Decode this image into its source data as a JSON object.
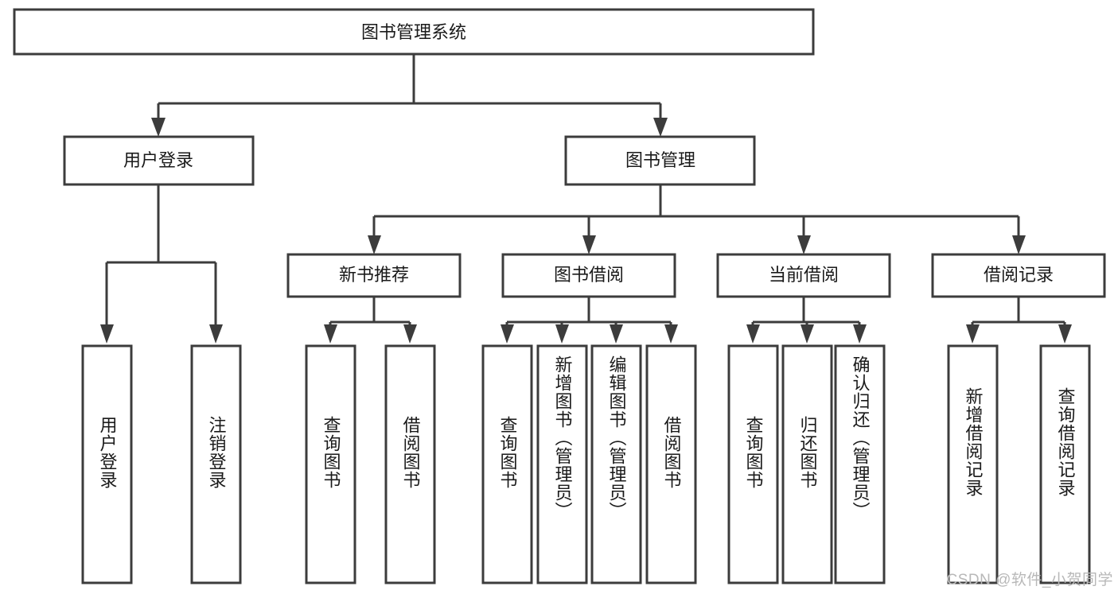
{
  "diagram": {
    "title": "图书管理系统",
    "type": "tree-hierarchy-chart",
    "root": {
      "id": "root",
      "label": "图书管理系统",
      "orientation": "horizontal"
    },
    "level2": [
      {
        "id": "user-login",
        "label": "用户登录",
        "orientation": "horizontal"
      },
      {
        "id": "book-management",
        "label": "图书管理",
        "orientation": "horizontal"
      }
    ],
    "level3": [
      {
        "id": "new-book-recommend",
        "label": "新书推荐",
        "orientation": "horizontal",
        "parent": "book-management"
      },
      {
        "id": "book-borrow",
        "label": "图书借阅",
        "orientation": "horizontal",
        "parent": "book-management"
      },
      {
        "id": "current-borrow",
        "label": "当前借阅",
        "orientation": "horizontal",
        "parent": "book-management"
      },
      {
        "id": "borrow-record",
        "label": "借阅记录",
        "orientation": "horizontal",
        "parent": "book-management"
      }
    ],
    "leaves": [
      {
        "id": "leaf-user-login",
        "label": "用户登录",
        "parent": "user-login",
        "orientation": "vertical"
      },
      {
        "id": "leaf-logout-login",
        "label": "注销登录",
        "parent": "user-login",
        "orientation": "vertical"
      },
      {
        "id": "leaf-query-book-1",
        "label": "查询图书",
        "parent": "new-book-recommend",
        "orientation": "vertical"
      },
      {
        "id": "leaf-borrow-book-1",
        "label": "借阅图书",
        "parent": "new-book-recommend",
        "orientation": "vertical"
      },
      {
        "id": "leaf-query-book-2",
        "label": "查询图书",
        "parent": "book-borrow",
        "orientation": "vertical"
      },
      {
        "id": "leaf-add-book",
        "label": "新增图书（管理员）",
        "parent": "book-borrow",
        "orientation": "vertical"
      },
      {
        "id": "leaf-edit-book",
        "label": "编辑图书（管理员）",
        "parent": "book-borrow",
        "orientation": "vertical"
      },
      {
        "id": "leaf-borrow-book-2",
        "label": "借阅图书",
        "parent": "book-borrow",
        "orientation": "vertical"
      },
      {
        "id": "leaf-query-book-3",
        "label": "查询图书",
        "parent": "current-borrow",
        "orientation": "vertical"
      },
      {
        "id": "leaf-return-book",
        "label": "归还图书",
        "parent": "current-borrow",
        "orientation": "vertical"
      },
      {
        "id": "leaf-confirm-return",
        "label": "确认归还（管理员）",
        "parent": "current-borrow",
        "orientation": "vertical"
      },
      {
        "id": "leaf-add-borrow-record",
        "label": "新增借阅记录",
        "parent": "borrow-record",
        "orientation": "vertical"
      },
      {
        "id": "leaf-query-borrow-record",
        "label": "查询借阅记录",
        "parent": "borrow-record",
        "orientation": "vertical"
      }
    ]
  },
  "watermark": {
    "text": "CSDN @软件_小贺同学"
  },
  "colors": {
    "stroke": "#3c3c3c",
    "box_fill": "#ffffff",
    "text": "#1a1a1a",
    "background": "#ffffff",
    "watermark": "#b8b8b8"
  }
}
